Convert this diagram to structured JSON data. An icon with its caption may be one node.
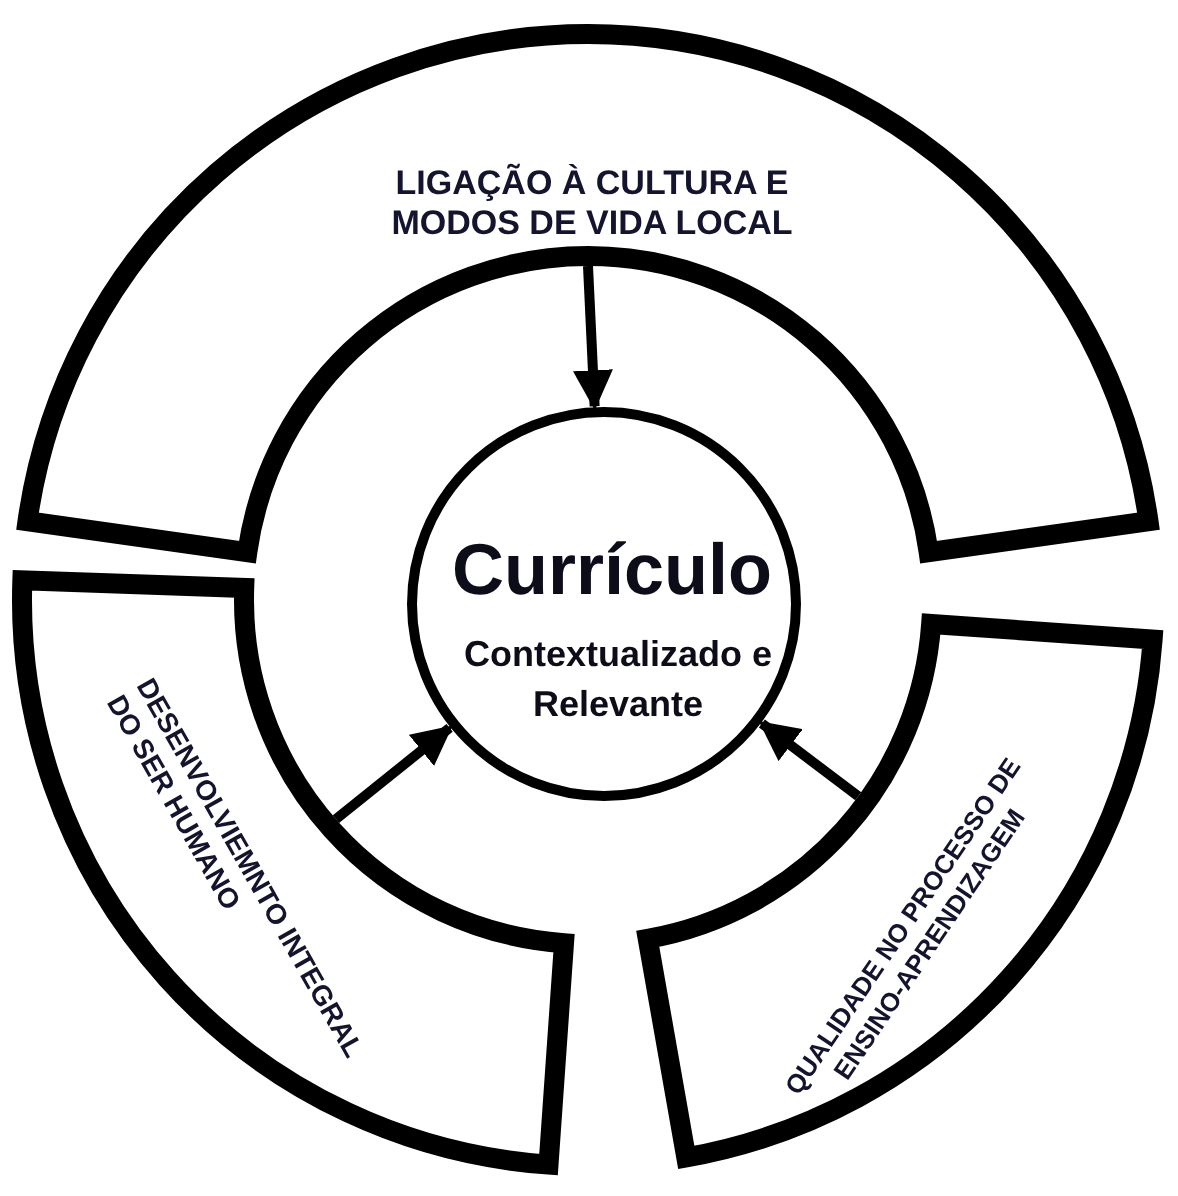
{
  "diagram": {
    "nodes": [
      {
        "text": [
          "LIGAÇÃO À CULTURA E MODOS DE VIDA LOCAL"
        ]
      },
      {
        "text": [
          "Currículo",
          "Contextualizado e Relevante"
        ]
      },
      {
        "text": [
          "DESENVOLVIEMNTO INTEGRAL DO SER HUMANO"
        ]
      },
      {
        "text": [
          "QUALIDADE NO PROCESSO DE ENSINO-APRENDIZAGEM"
        ]
      }
    ],
    "edges": [
      {
        "from": 0,
        "to": 1,
        "arrow": "to"
      },
      {
        "from": 2,
        "to": 1,
        "arrow": "to"
      },
      {
        "from": 3,
        "to": 1,
        "arrow": "to"
      }
    ]
  }
}
